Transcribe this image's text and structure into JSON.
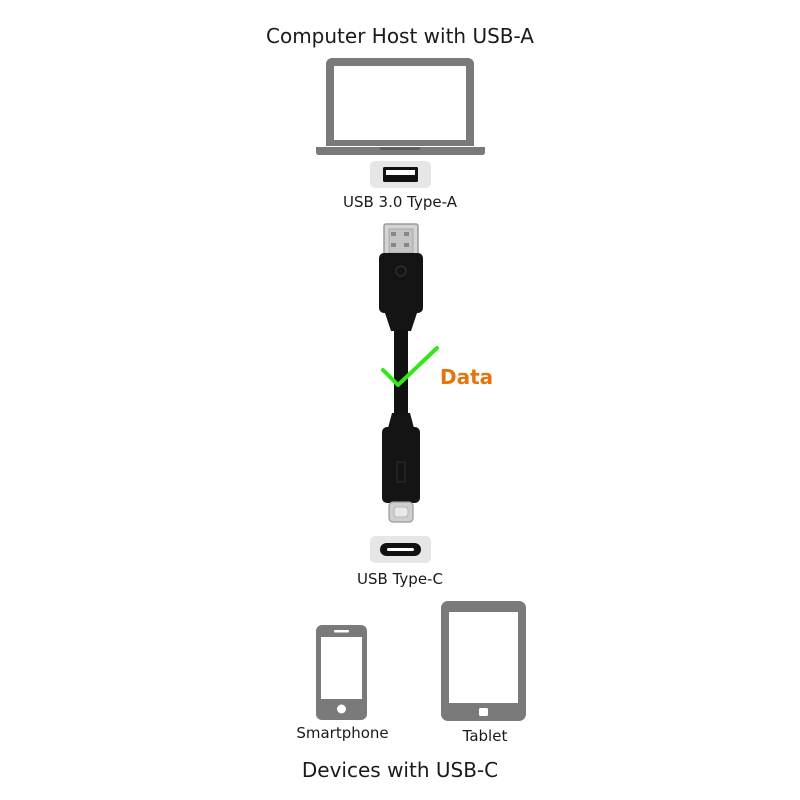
{
  "host": {
    "title": "Computer Host with USB-A",
    "icon": "laptop-icon"
  },
  "port_a": {
    "label": "USB 3.0 Type-A",
    "icon": "usb-a-port-icon"
  },
  "cable": {
    "data_label": "Data",
    "check_icon": "checkmark-icon",
    "check_color": "#33e61a",
    "data_color": "#e8730c"
  },
  "port_c": {
    "label": "USB Type-C",
    "icon": "usb-c-port-icon"
  },
  "devices": {
    "title": "Devices with USB-C",
    "items": [
      {
        "label": "Smartphone",
        "icon": "smartphone-icon"
      },
      {
        "label": "Tablet",
        "icon": "tablet-icon"
      }
    ]
  },
  "colors": {
    "icon_gray": "#7a7a7a",
    "port_bg": "#e6e6e6",
    "cable_black": "#111111"
  }
}
